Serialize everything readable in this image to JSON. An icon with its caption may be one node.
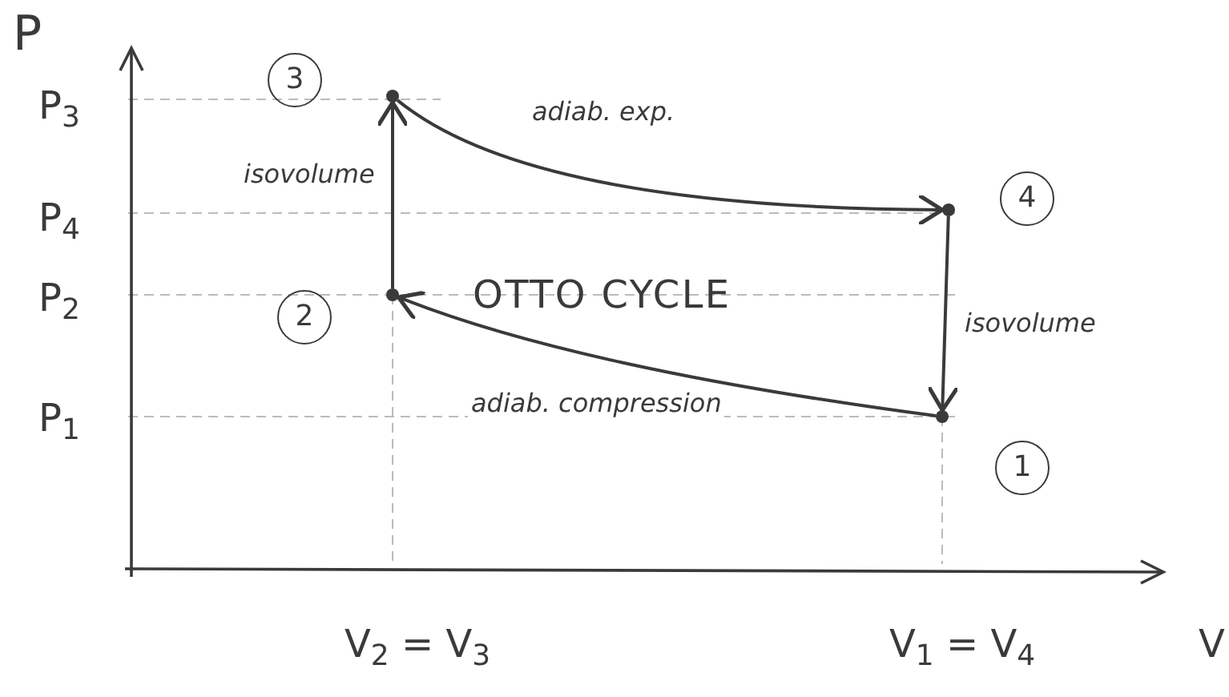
{
  "diagram": {
    "nodes": [
      {
        "text": [],
        "shape": "circle",
        "beside": [
          "3"
        ]
      },
      {
        "text": [],
        "shape": "circle",
        "beside": [
          "4"
        ]
      },
      {
        "text": [],
        "shape": "circle",
        "beside": [
          "2"
        ]
      },
      {
        "text": [],
        "shape": "circle",
        "beside": [
          "1"
        ]
      }
    ],
    "edges": [
      {
        "from": 2,
        "to": 0,
        "arrow": "to",
        "label": "isovolume"
      },
      {
        "from": 0,
        "to": 1,
        "arrow": "to",
        "label": "adiab. exp."
      },
      {
        "from": 1,
        "to": 3,
        "arrow": "to",
        "label": "isovolume"
      },
      {
        "from": 3,
        "to": 2,
        "arrow": "to",
        "label": "adiab. compression"
      }
    ],
    "labels": [
      "P",
      "P$_{3}$",
      "P$_{4}$",
      "P$_{2}$",
      "P$_{1}$",
      "OTTO CYCLE",
      "V$_{2}$ = V$_{3}$",
      "V$_{1}$ = V$_{4}$",
      "V"
    ]
  }
}
